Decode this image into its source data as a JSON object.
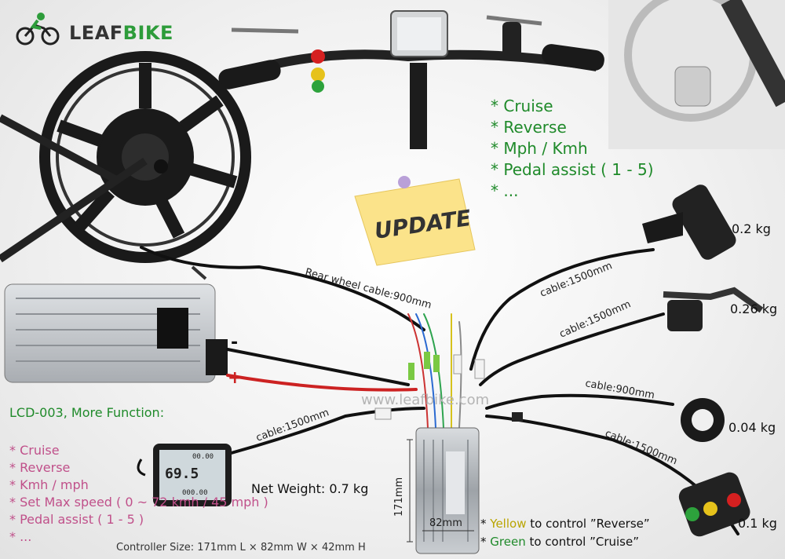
{
  "brand": {
    "leaf": "LEAF",
    "bike": "BIKE"
  },
  "features": [
    "* Cruise",
    "* Reverse",
    "* Mph / Kmh",
    "* Pedal assist ( 1 - 5)",
    "* ..."
  ],
  "sticky_note": "UPDATE",
  "cables": {
    "rear_wheel": "Rear wheel cable:900mm",
    "throttle": "cable:1500mm",
    "brake": "cable:1500mm",
    "pas": "cable:900mm",
    "switch": "cable:1500mm",
    "lcd": "cable:1500mm"
  },
  "weights": {
    "throttle": "0.2 kg",
    "brake": "0.26 kg",
    "pas": "0.04 kg",
    "switch": "0.1 kg"
  },
  "battery": {
    "minus": "-",
    "plus": "+"
  },
  "watermark": "www.leafbike.com",
  "lcd": {
    "title": "LCD-003, More Function:",
    "items": [
      "* Cruise",
      "* Reverse",
      "* Kmh / mph",
      "* Set Max speed ( 0 ~ 72 kmh / 45 mph )",
      "* Pedal assist ( 1 - 5 )",
      "* ..."
    ],
    "net_weight": "Net Weight: 0.7 kg",
    "screen_top": "00.00",
    "screen_speed": "69.5",
    "screen_bottom": "000.00"
  },
  "controller": {
    "height_label": "171mm",
    "width_label": "82mm",
    "size_text": "Controller Size: 171mm L × 82mm W × 42mm H"
  },
  "notes": {
    "yellow_prefix": "* ",
    "yellow_word": "Yellow",
    "yellow_rest": " to control ”Reverse”",
    "green_prefix": "* ",
    "green_word": "Green",
    "green_rest": " to control ”Cruise”"
  },
  "colors": {
    "green_text": "#1f8a2a",
    "pink_text": "#c0508a",
    "yellow_text": "#b9a400"
  }
}
